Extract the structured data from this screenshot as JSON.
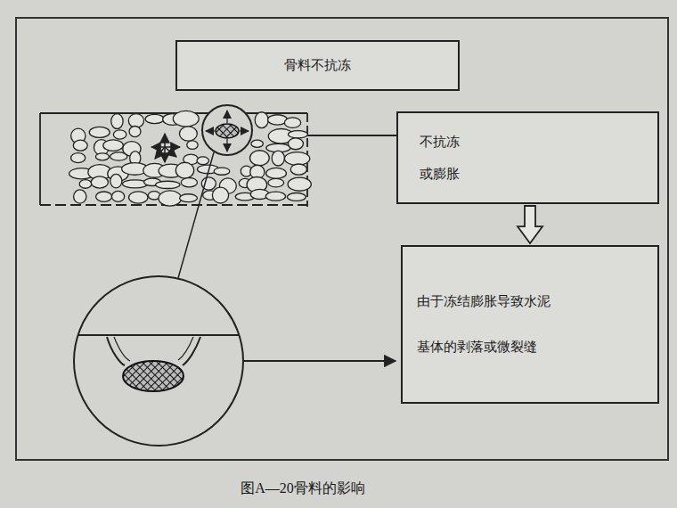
{
  "diagram": {
    "caption": "图A—20骨料的影响",
    "nodes": [
      {
        "text": [
          "骨料不抗冻"
        ]
      },
      {
        "text": [
          "不抗冻 或膨胀"
        ]
      },
      {
        "text": [
          "由于冻结膨胀导致水泥 基体的剥落或微裂缝"
        ]
      }
    ],
    "edges": [
      {
        "from": 1,
        "to": 2,
        "arrow": "to"
      }
    ]
  }
}
